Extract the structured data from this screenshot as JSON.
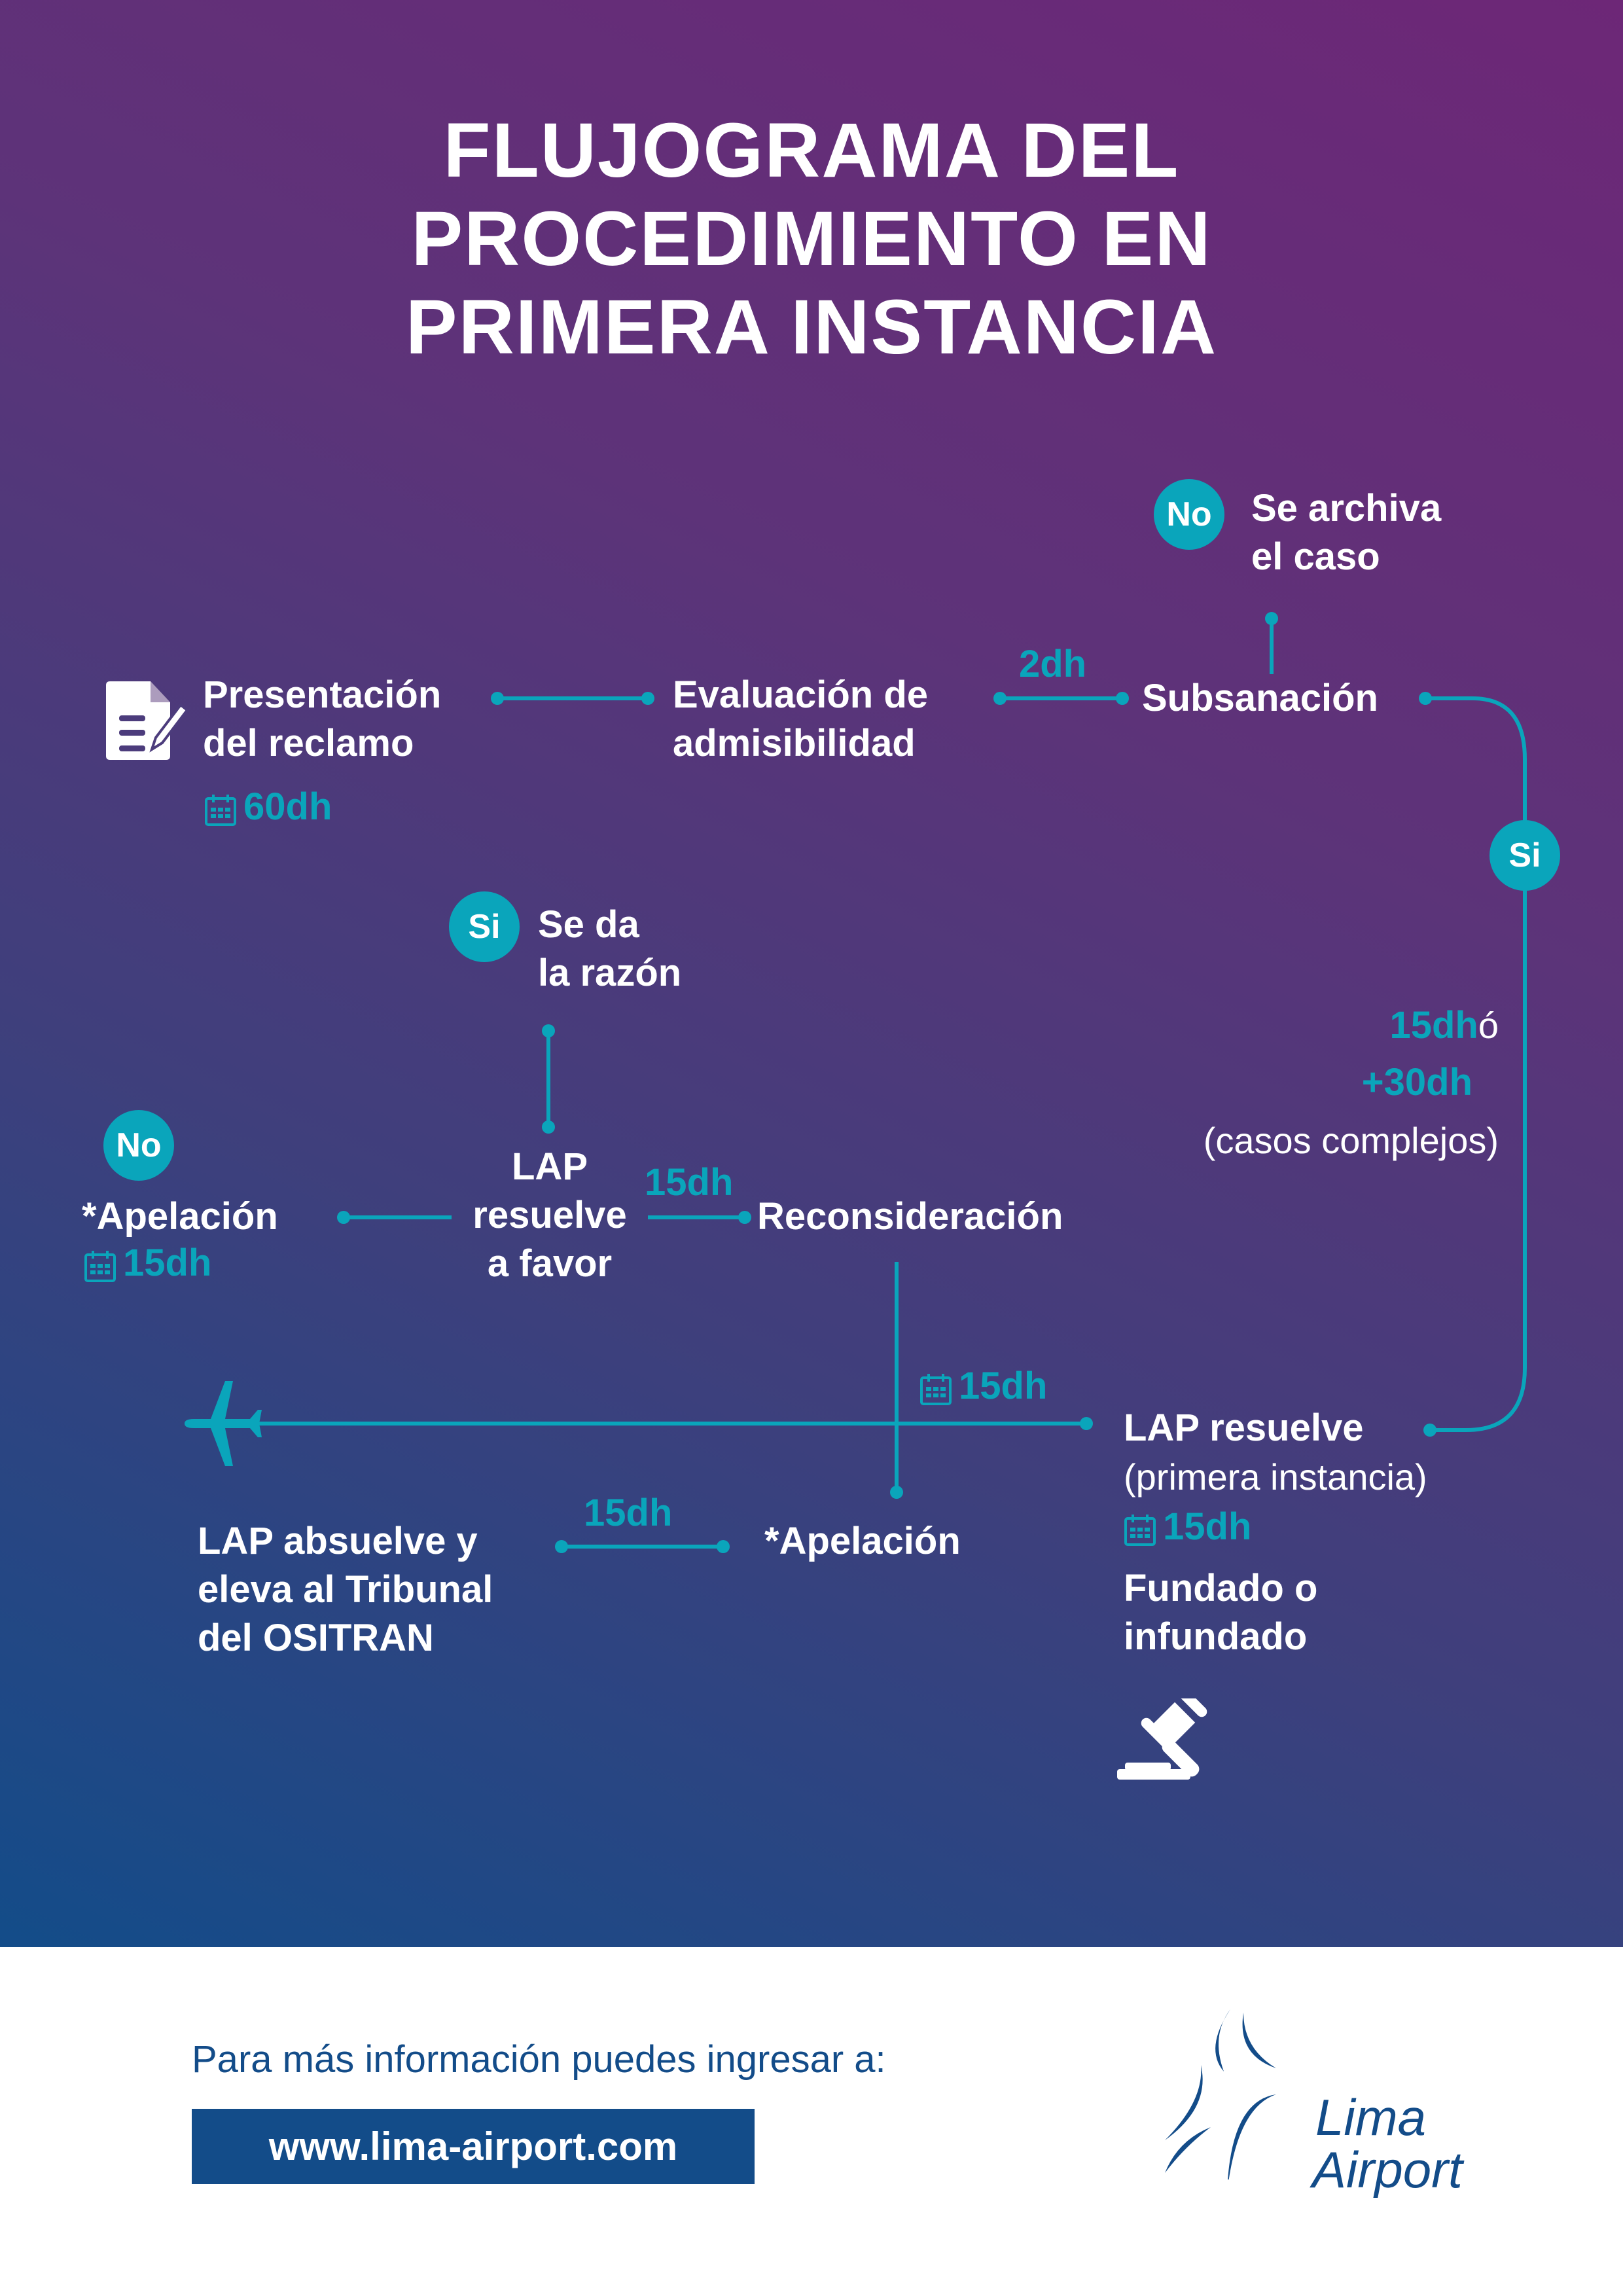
{
  "title": {
    "line1": "FLUJOGRAMA DEL",
    "line2": "PROCEDIMIENTO EN",
    "line3": "PRIMERA INSTANCIA"
  },
  "colors": {
    "accent": "#0aa5bb",
    "brand_blue": "#134c89",
    "gradient_top": "#6d2777",
    "gradient_bottom": "#134c89"
  },
  "nodes": {
    "presentacion": {
      "line1": "Presentación",
      "line2": "del reclamo",
      "duration": "60dh",
      "icon": "document-pen-icon"
    },
    "evaluacion": {
      "line1": "Evaluación de",
      "line2": "admisibilidad"
    },
    "subsanacion": {
      "label": "Subsanación"
    },
    "archiva": {
      "badge": "No",
      "line1": "Se archiva",
      "line2": "el caso"
    },
    "si_right": {
      "badge": "Si"
    },
    "plazo_resolucion": {
      "d1": "15dh",
      "o": "ó",
      "d2": "+30dh",
      "note": "(casos complejos)"
    },
    "lap_resuelve": {
      "line1": "LAP resuelve",
      "line2": "(primera instancia)",
      "duration": "15dh",
      "result1": "Fundado o",
      "result2": "infundado",
      "icon": "gavel-icon"
    },
    "reconsideracion": {
      "label": "Reconsideración",
      "duration_in": "15dh"
    },
    "lap_favor": {
      "line1": "LAP",
      "line2": "resuelve",
      "line3": "a favor"
    },
    "se_da_razon": {
      "badge": "Si",
      "line1": "Se da",
      "line2": "la razón"
    },
    "apelacion_left": {
      "badge": "No",
      "label": "*Apelación",
      "duration": "15dh"
    },
    "apelacion_bottom": {
      "label": "*Apelación",
      "duration_from_lap": "15dh"
    },
    "lap_absuelve": {
      "line1": "LAP absuelve y",
      "line2": "eleva al Tribunal",
      "line3": "del OSITRAN",
      "duration": "15dh"
    },
    "airplane": {
      "icon": "airplane-icon"
    }
  },
  "footer": {
    "info_text": "Para más información puedes ingresar a:",
    "url": "www.lima-airport.com",
    "logo_line1": "Lima",
    "logo_line2": "Airport"
  }
}
